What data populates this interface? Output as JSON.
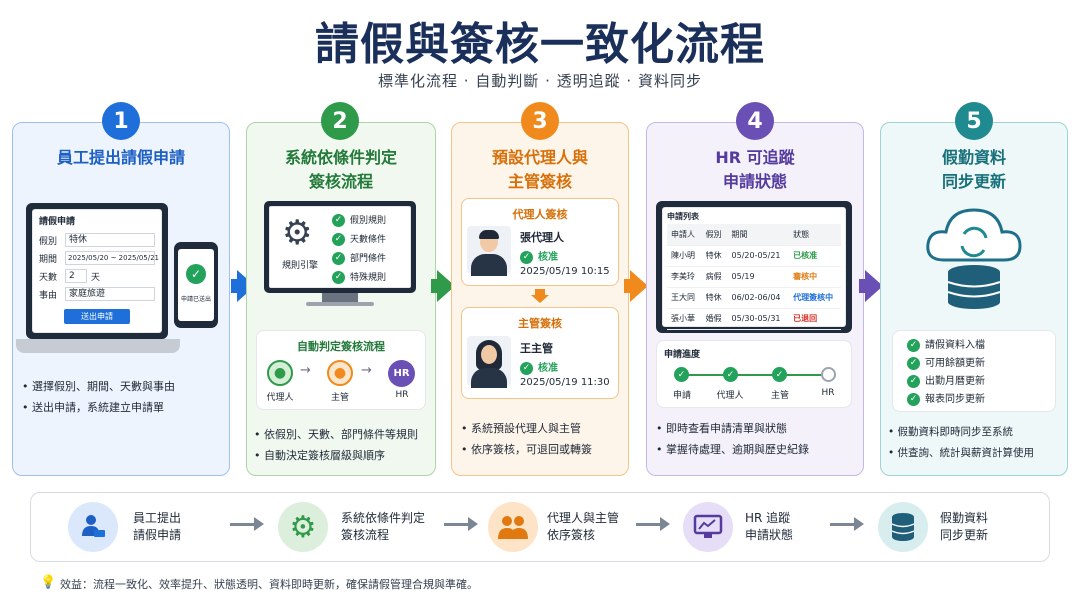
{
  "header": {
    "title": "請假與簽核一致化流程",
    "subtitle": "標準化流程 · 自動判斷 · 透明追蹤 · 資料同步"
  },
  "colors": {
    "blue": "#1e6fd9",
    "green": "#2e9a4a",
    "orange": "#f08a1c",
    "purple": "#6a4fb5",
    "teal": "#1f8a8f"
  },
  "steps": [
    {
      "num": "1",
      "title": "員工提出請假申請",
      "form": {
        "heading": "請假申請",
        "fields": [
          {
            "label": "假別",
            "value": "特休"
          },
          {
            "label": "期間",
            "value": "2025/05/20 ~ 2025/05/21"
          },
          {
            "label": "天數",
            "value": "2",
            "unit": "天"
          },
          {
            "label": "事由",
            "value": "家庭旅遊"
          }
        ],
        "submit": "送出申請"
      },
      "phone_label": "申請已送出",
      "bullets": [
        "選擇假別、期間、天數與事由",
        "送出申請，系統建立申請單"
      ]
    },
    {
      "num": "2",
      "title_line1": "系統依條件判定",
      "title_line2": "簽核流程",
      "engine_label": "規則引擎",
      "rules": [
        "假別規則",
        "天數條件",
        "部門條件",
        "特殊規則"
      ],
      "auto": {
        "heading": "自動判定簽核流程",
        "nodes": [
          {
            "label": "代理人"
          },
          {
            "label": "主管"
          },
          {
            "label": "HR",
            "badge": "HR"
          }
        ]
      },
      "bullets": [
        "依假別、天數、部門條件等規則",
        "自動決定簽核層級與順序"
      ]
    },
    {
      "num": "3",
      "title_line1": "預設代理人與",
      "title_line2": "主管簽核",
      "agent": {
        "heading": "代理人簽核",
        "name": "張代理人",
        "status": "核准",
        "time": "2025/05/19 10:15"
      },
      "manager": {
        "heading": "主管簽核",
        "name": "王主管",
        "status": "核准",
        "time": "2025/05/19 11:30"
      },
      "bullets": [
        "系統預設代理人與主管",
        "依序簽核，可退回或轉簽"
      ]
    },
    {
      "num": "4",
      "title_line1": "HR 可追蹤",
      "title_line2": "申請狀態",
      "list_heading": "申請列表",
      "columns": [
        "申請人",
        "假別",
        "期間",
        "狀態"
      ],
      "rows": [
        {
          "name": "陳小明",
          "type": "特休",
          "period": "05/20-05/21",
          "status": "已核准",
          "color": "#2e9a4a"
        },
        {
          "name": "李美玲",
          "type": "病假",
          "period": "05/19",
          "status": "審核中",
          "color": "#e07a10"
        },
        {
          "name": "王大同",
          "type": "特休",
          "period": "06/02-06/04",
          "status": "代理簽核中",
          "color": "#1e6fd9"
        },
        {
          "name": "張小華",
          "type": "婚假",
          "period": "05/30-05/31",
          "status": "已退回",
          "color": "#d93025"
        }
      ],
      "progress_heading": "申請進度",
      "progress": [
        "申請",
        "代理人",
        "主管",
        "HR"
      ],
      "bullets": [
        "即時查看申請清單與狀態",
        "掌握待處理、逾期與歷史紀錄"
      ]
    },
    {
      "num": "5",
      "title_line1": "假勤資料",
      "title_line2": "同步更新",
      "sync_items": [
        "請假資料入檔",
        "可用餘額更新",
        "出勤月曆更新",
        "報表同步更新"
      ],
      "bullets": [
        "假勤資料即時同步至系統",
        "供查詢、統計與薪資計算使用"
      ]
    }
  ],
  "summary": [
    {
      "line1": "員工提出",
      "line2": "請假申請"
    },
    {
      "line1": "系統依條件判定",
      "line2": "簽核流程"
    },
    {
      "line1": "代理人與主管",
      "line2": "依序簽核"
    },
    {
      "line1": "HR 追蹤",
      "line2": "申請狀態"
    },
    {
      "line1": "假勤資料",
      "line2": "同步更新"
    }
  ],
  "benefit": "效益：流程一致化、效率提升、狀態透明、資料即時更新，確保請假管理合規與準確。"
}
